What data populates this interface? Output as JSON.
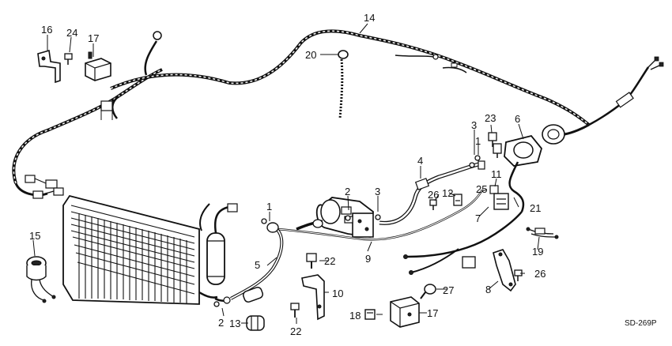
{
  "diagram": {
    "drawing_code": "SD-269P",
    "callouts": {
      "c1a": "1",
      "c1b": "1",
      "c2a": "2",
      "c2b": "2",
      "c3a": "3",
      "c3b": "3",
      "c4": "4",
      "c5": "5",
      "c6": "6",
      "c7": "7",
      "c8": "8",
      "c9": "9",
      "c10": "10",
      "c11": "11",
      "c12": "12",
      "c13": "13",
      "c14": "14",
      "c15": "15",
      "c16": "16",
      "c17a": "17",
      "c17b": "17",
      "c18": "18",
      "c19": "19",
      "c20": "20",
      "c21": "21",
      "c22a": "22",
      "c22b": "22",
      "c23": "23",
      "c24": "24",
      "c25": "25",
      "c26a": "26",
      "c26b": "26",
      "c27": "27"
    }
  }
}
